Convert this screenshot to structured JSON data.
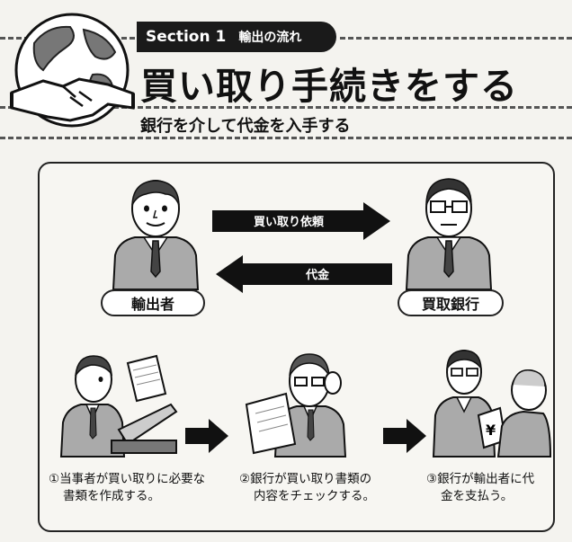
{
  "header": {
    "section_label": "Section 1",
    "section_topic": "輸出の流れ",
    "title": "買い取り手続きをする",
    "subtitle": "銀行を介して代金を入手する"
  },
  "flow": {
    "exporter_label": "輸出者",
    "bank_label": "買取銀行",
    "request_arrow": "買い取り依頼",
    "payment_arrow": "代金"
  },
  "steps": [
    {
      "line1": "①当事者が買い取りに必要な",
      "line2": "書類を作成する。"
    },
    {
      "line1": "②銀行が買い取り書類の",
      "line2": "内容をチェックする。"
    },
    {
      "line1": "③銀行が輸出者に代",
      "line2": "金を支払う。"
    }
  ],
  "icons": {
    "globe": "globe-handshake-icon",
    "yen": "¥"
  }
}
